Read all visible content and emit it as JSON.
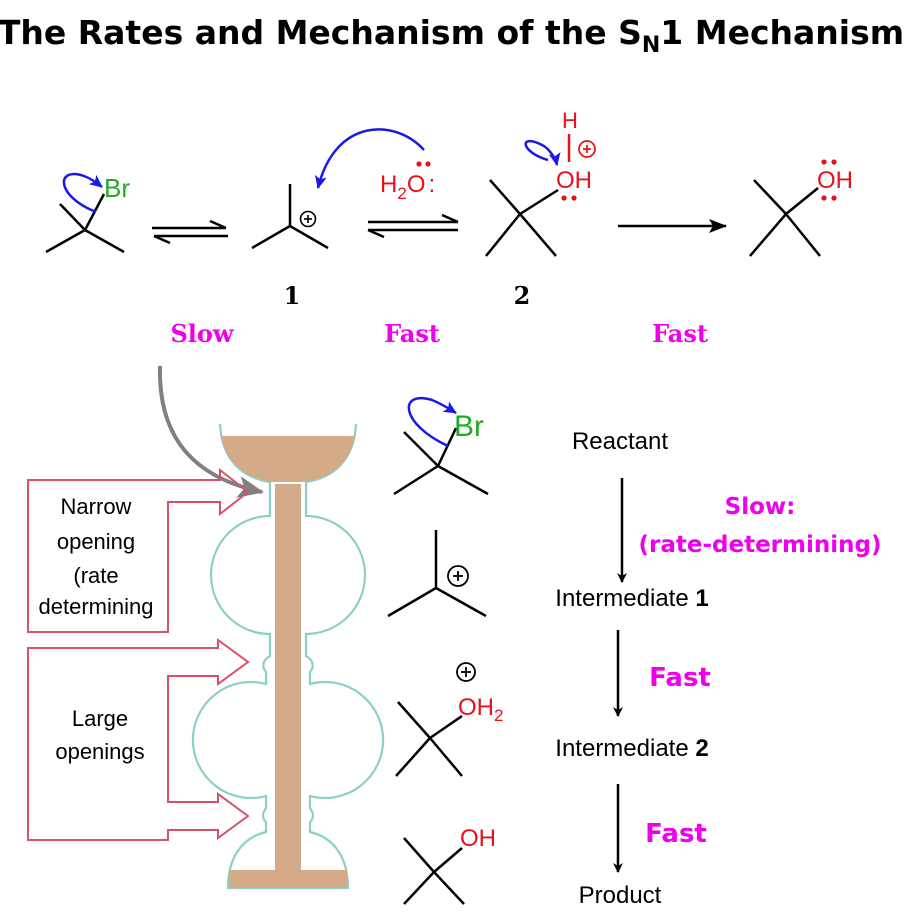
{
  "title": {
    "main": "The Rates and Mechanism of the S",
    "sub": "N",
    "tail": "1 Mechanism"
  },
  "colors": {
    "green": "#22aa22",
    "red": "#e8101a",
    "blue": "#1a1ae6",
    "magenta": "#ee00ee",
    "sand": "#d4aa88",
    "glass": "#8ccfc8",
    "callout": "#d9506a",
    "grey_arrow": "#808080"
  },
  "mechanism": {
    "br": "Br",
    "plus": "⊕",
    "water_h": "H",
    "water_2": "2",
    "water_o": "O",
    "water_colon": ":",
    "oxonium_h": "H",
    "oxonium_o": "O",
    "oxonium_h_right": "H",
    "alcohol_o": "O",
    "alcohol_h": "H",
    "label_1": "1",
    "label_2": "2",
    "rate_1": "Slow",
    "rate_2": "Fast",
    "rate_3": "Fast"
  },
  "funnel": {
    "narrow_line1": "Narrow",
    "narrow_line2": "opening",
    "narrow_line3": "(rate",
    "narrow_line4": "determining",
    "large_line1": "Large",
    "large_line2": "openings"
  },
  "steps": {
    "reactant": "Reactant",
    "intermediate1_text": "Intermediate ",
    "intermediate1_num": "1",
    "intermediate2_text": "Intermediate ",
    "intermediate2_num": "2",
    "product": "Product",
    "step1_line1": "Slow:",
    "step1_line2": "(rate-determining)",
    "step2": "Fast",
    "step3": "Fast",
    "br": "Br",
    "plus": "⊕",
    "oh2_o": "OH",
    "oh2_2": "2",
    "oh": "OH"
  }
}
